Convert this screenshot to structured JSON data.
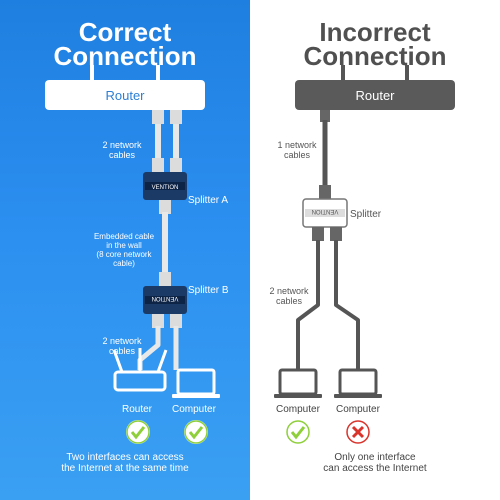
{
  "left": {
    "title_line1": "Correct",
    "title_line2": "Connection",
    "router": "Router",
    "cables_top": [
      "2 network",
      "cables"
    ],
    "splitter_a": "Splitter A",
    "embedded": [
      "Embedded cable",
      "in the wall",
      "(8 core network",
      "cable)"
    ],
    "splitter_b": "Splitter B",
    "cables_bottom": [
      "2 network",
      "cables"
    ],
    "device1": "Router",
    "device2": "Computer",
    "status1": "check",
    "status2": "check",
    "caption": [
      "Two interfaces can access",
      "the Internet at the same time"
    ]
  },
  "right": {
    "title_line1": "Incorrect",
    "title_line2": "Connection",
    "router": "Router",
    "cables_top": [
      "1 network",
      "cables"
    ],
    "splitter": "Splitter",
    "cables_bottom": [
      "2 network",
      "cables"
    ],
    "device1": "Computer",
    "device2": "Computer",
    "status1": "check",
    "status2": "cross",
    "caption": [
      "Only one interface",
      "can access the Internet"
    ]
  },
  "brand": "VENTION",
  "colors": {
    "left_bg": "#2b8ff0",
    "check": "#8ecf3a",
    "cross": "#d9342b"
  }
}
